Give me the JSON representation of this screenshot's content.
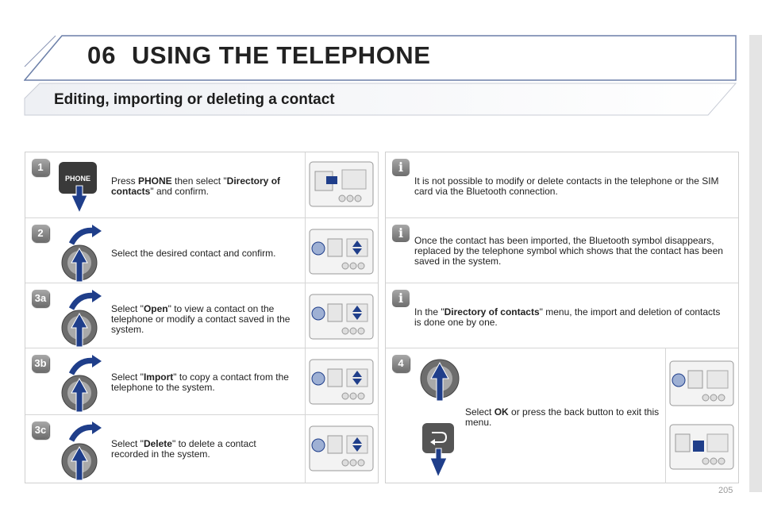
{
  "header": {
    "chapter": "06",
    "title": "USING THE TELEPHONE"
  },
  "section": {
    "subtitle": "Editing, importing or deleting a contact"
  },
  "steps": [
    {
      "badge": "1",
      "pre": "Press ",
      "b1": "PHONE",
      "mid": " then select \"",
      "b2": "Directory of contacts",
      "post": "\" and confirm.",
      "button_label": "PHONE"
    },
    {
      "badge": "2",
      "text": "Select the desired contact and confirm."
    },
    {
      "badge": "3a",
      "pre": "Select \"",
      "b1": "Open",
      "post": "\" to view a contact on the telephone or modify a contact saved in the system."
    },
    {
      "badge": "3b",
      "pre": "Select \"",
      "b1": "Import",
      "post": "\" to copy a contact from the telephone to the system."
    },
    {
      "badge": "3c",
      "pre": "Select \"",
      "b1": "Delete",
      "post": "\" to delete a contact recorded in the system."
    }
  ],
  "notes": [
    {
      "text": "It is not possible to modify or delete contacts in the telephone or the SIM card via the Bluetooth connection."
    },
    {
      "text": "Once the contact has been imported, the Bluetooth symbol disappears, replaced by the telephone symbol which shows that the contact has been saved in the system."
    },
    {
      "pre": "In the \"",
      "b1": "Directory of contacts",
      "post": "\" menu, the import and deletion of contacts is done one by one."
    }
  ],
  "step4": {
    "badge": "4",
    "pre": "Select ",
    "b1": "OK",
    "post": " or press the back button to exit this menu."
  },
  "page_number": "205"
}
